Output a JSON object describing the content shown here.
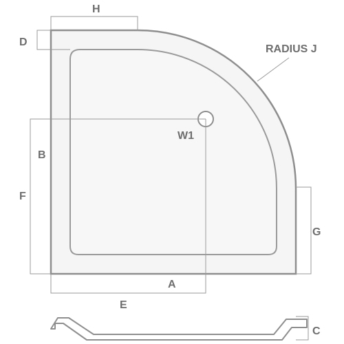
{
  "diagram": {
    "labels": {
      "h": "H",
      "d": "D",
      "radius": "RADIUS J",
      "w1": "W1",
      "b": "B",
      "f": "F",
      "g": "G",
      "a": "A",
      "e": "E",
      "c": "C"
    },
    "colors": {
      "stroke": "#8e8e8e",
      "fill": "#f5f5f5",
      "label": "#6e6e6e",
      "dimension_line": "#9a9a9a"
    }
  }
}
